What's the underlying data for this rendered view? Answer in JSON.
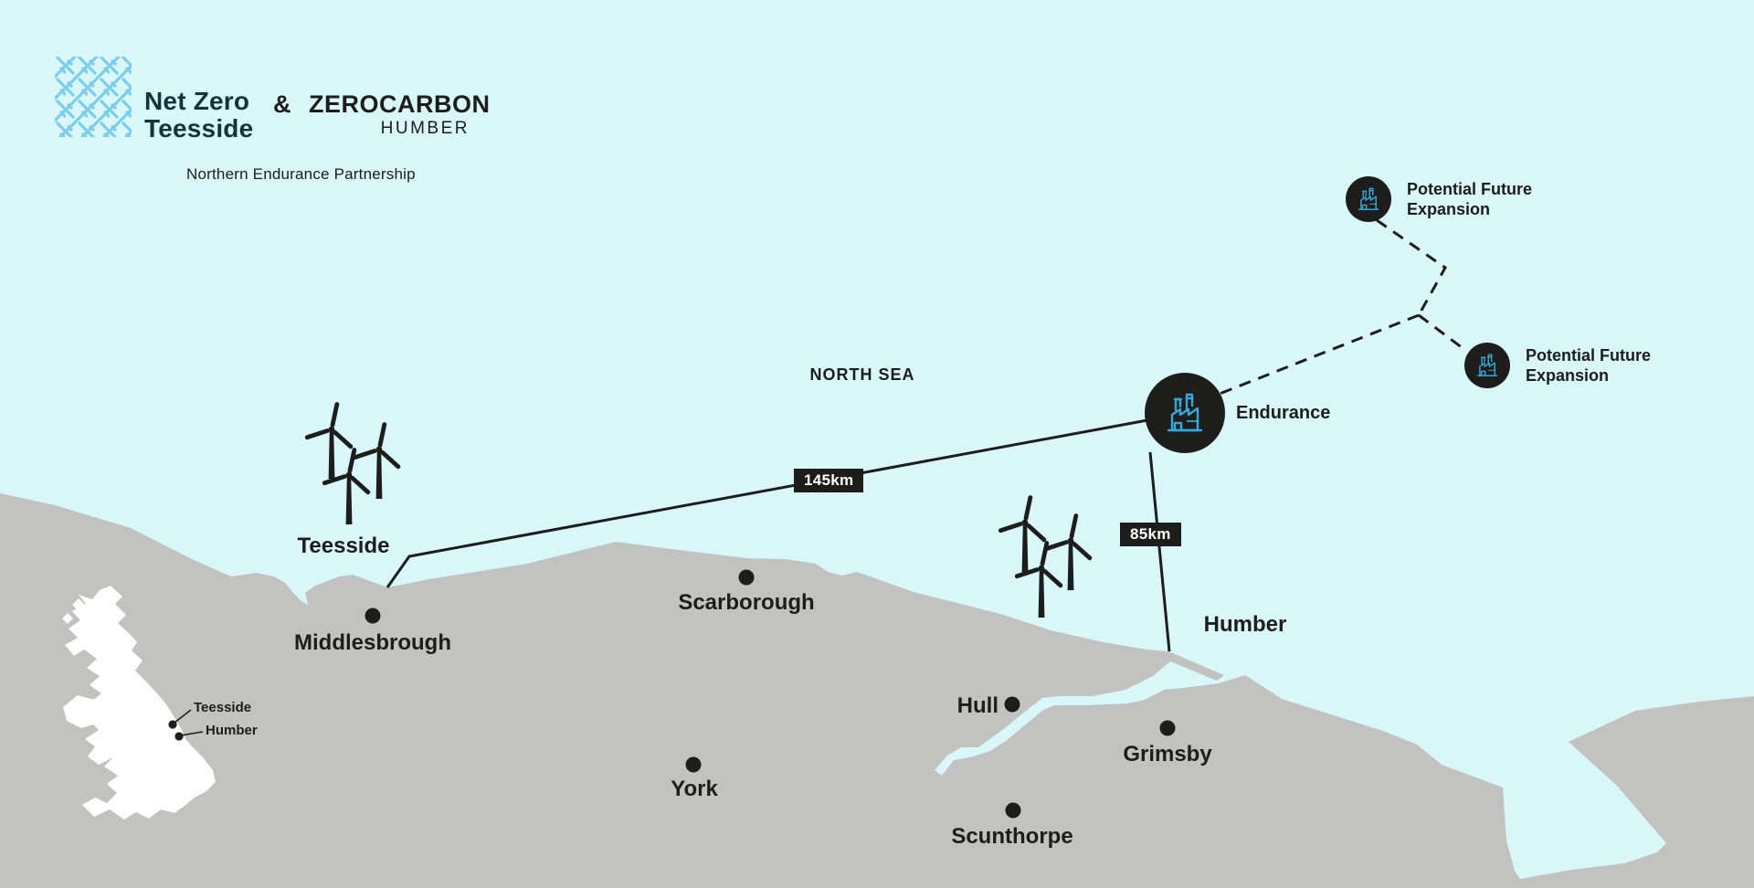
{
  "logo": {
    "brand1_line1": "Net Zero",
    "brand1_line2": "Teesside",
    "ampersand": "&",
    "brand2_line1": "ZEROCARBON",
    "brand2_line2": "HUMBER",
    "subtitle": "Northern Endurance Partnership"
  },
  "sea_label": "NORTH SEA",
  "regions": {
    "teesside": "Teesside",
    "humber": "Humber"
  },
  "cities": [
    {
      "name": "Middlesbrough"
    },
    {
      "name": "Scarborough"
    },
    {
      "name": "Hull"
    },
    {
      "name": "York"
    },
    {
      "name": "Grimsby"
    },
    {
      "name": "Scunthorpe"
    }
  ],
  "pipelines": [
    {
      "label": "145km",
      "from": "Teesside",
      "to": "Endurance"
    },
    {
      "label": "85km",
      "from": "Endurance",
      "to": "Humber"
    }
  ],
  "storage": {
    "endurance_label": "Endurance"
  },
  "expansions": [
    {
      "label": "Potential Future Expansion"
    },
    {
      "label": "Potential Future Expansion"
    }
  ],
  "inset": {
    "teesside_label": "Teesside",
    "humber_label": "Humber"
  },
  "icons": {
    "storage_site": "factory-icon",
    "wind_farm": "wind-turbine-icon",
    "city_marker": "dot-marker"
  },
  "colors": {
    "sea": "#d9f7f8",
    "land": "#c2c2c0",
    "ink": "#1d1d1b",
    "brand_teal": "#16323d",
    "logo_blue": "#7dcdee",
    "icon_blue": "#38a8da",
    "inset_land": "#ffffff",
    "badge_text": "#ffffff"
  }
}
